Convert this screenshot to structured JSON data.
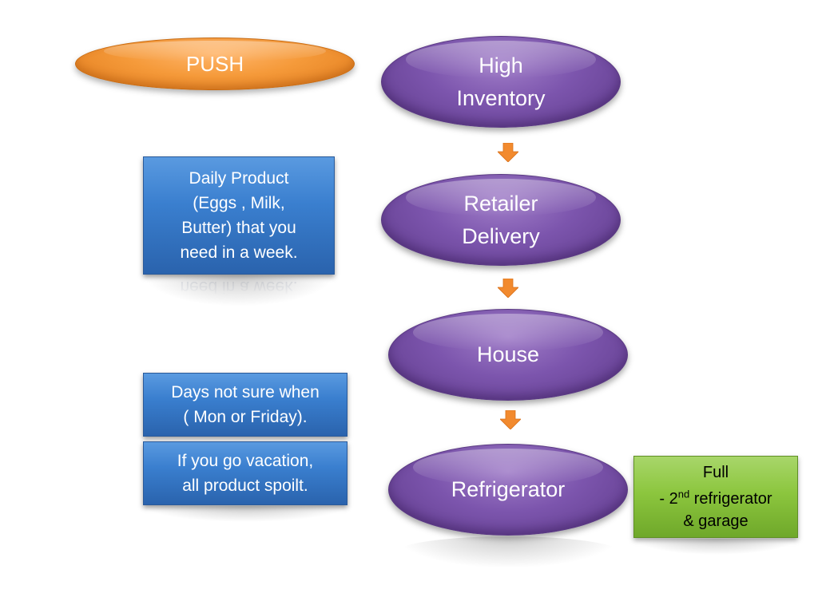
{
  "diagram": {
    "push_label": "PUSH",
    "nodes": {
      "high_inventory": {
        "line1": "High",
        "line2": "Inventory"
      },
      "retailer_delivery": {
        "line1": "Retailer",
        "line2": "Delivery"
      },
      "house": "House",
      "refrigerator": "Refrigerator"
    },
    "notes": {
      "daily_product": [
        "Daily Product",
        "(Eggs , Milk,",
        "Butter) that you",
        "need in a week."
      ],
      "days_not_sure": [
        "Days not sure when",
        "( Mon or Friday)."
      ],
      "vacation": [
        "If you go vacation,",
        "all product spoilt."
      ],
      "full": {
        "line1": "Full",
        "line2_prefix": "- 2",
        "line2_sup": "nd",
        "line2_suffix": " refrigerator",
        "line3": "& garage"
      }
    },
    "colors": {
      "purple_node": "#7c55ad",
      "orange_node": "#f59a3a",
      "blue_note": "#3a7fcf",
      "green_note": "#8cc63e",
      "arrow": "#f28a2e"
    }
  }
}
